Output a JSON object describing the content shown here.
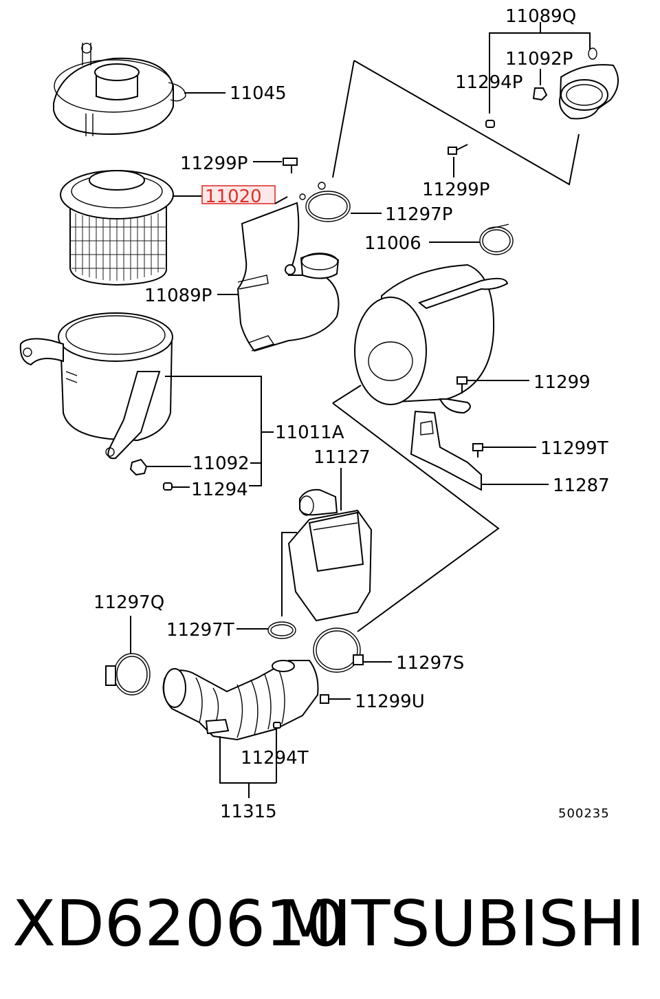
{
  "diagram": {
    "labels": {
      "p11089Q": "11089Q",
      "p11092P": "11092P",
      "p11294P": "11294P",
      "p11045": "11045",
      "p11299P_a": "11299P",
      "p11299P_b": "11299P",
      "p11020": "11020",
      "p11297P": "11297P",
      "p11006": "11006",
      "p11089P": "11089P",
      "p11299": "11299",
      "p11011A": "11011A",
      "p11299T": "11299T",
      "p11127": "11127",
      "p11092": "11092",
      "p11287": "11287",
      "p11294": "11294",
      "p11297Q": "11297Q",
      "p11297T": "11297T",
      "p11297S": "11297S",
      "p11299U": "11299U",
      "p11294T": "11294T",
      "p11315": "11315",
      "ref": "500235"
    },
    "highlight_color": "#e0302a"
  },
  "footer": {
    "part_number": "XD620610",
    "brand": "MITSUBISHI"
  }
}
